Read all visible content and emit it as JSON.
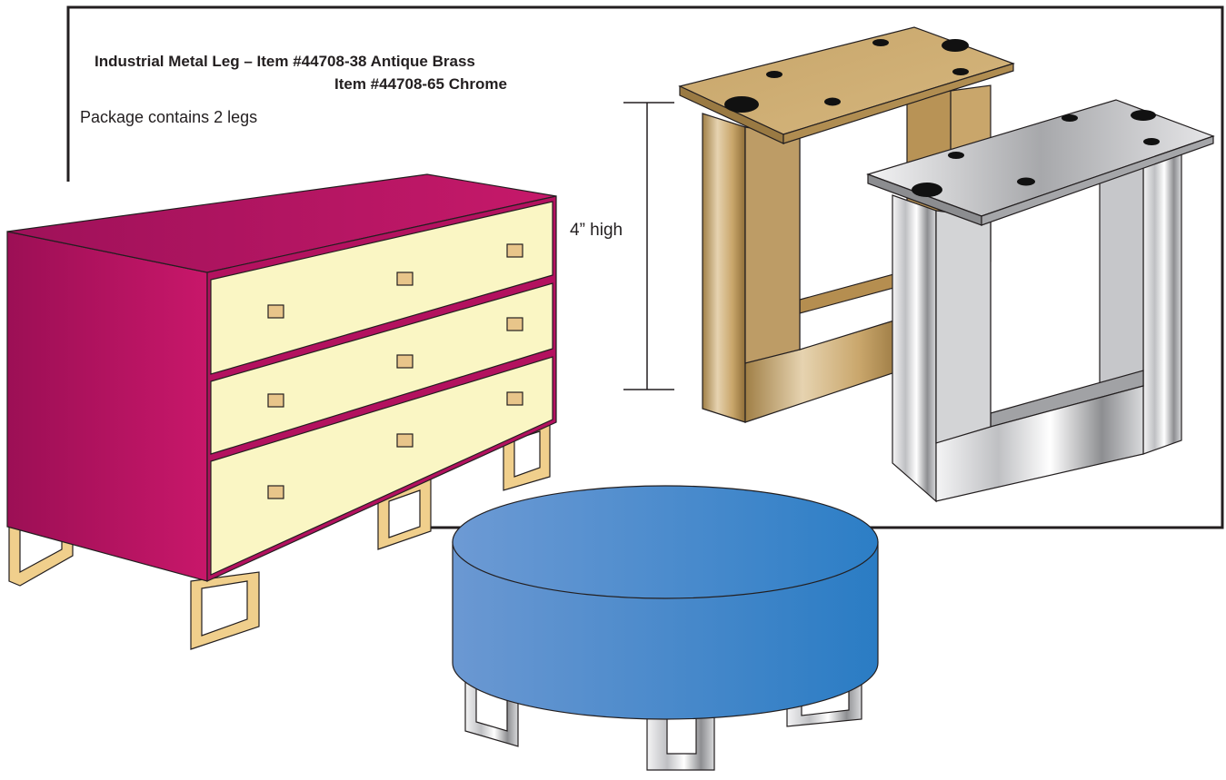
{
  "header": {
    "title_line1": "Industrial Metal Leg – Item #44708-38 Antique Brass",
    "title_line2": "Item #44708-65 Chrome",
    "package_note": "Package contains 2 legs"
  },
  "dimension": {
    "height_label": "4” high"
  },
  "colors": {
    "brass": "#c9a66b",
    "chrome": "#c8c9cc",
    "dresser_body": "#a8145c",
    "drawer_face": "#faf6c4",
    "dresser_leg": "#f0cf8c",
    "ottoman": "#4f86c6"
  },
  "drawer_count": 3
}
